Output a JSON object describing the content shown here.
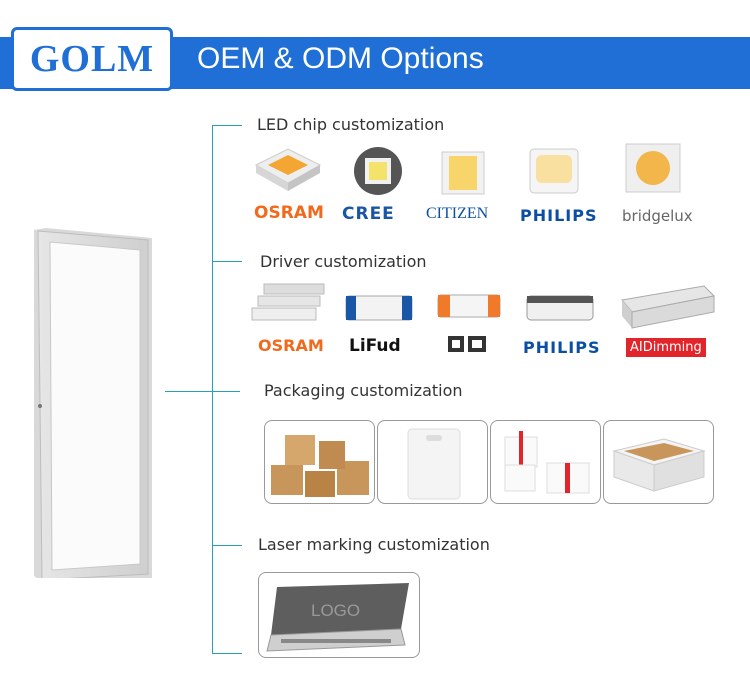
{
  "header": {
    "logo": "GOLM",
    "title": "OEM & ODM Options"
  },
  "sections": {
    "led": {
      "title": "LED chip customization",
      "brands": [
        "OSRAM",
        "CREE",
        "CITIZEN",
        "PHILIPS",
        "bridgelux"
      ]
    },
    "driver": {
      "title": "Driver customization",
      "brands": [
        "OSRAM",
        "LiFud",
        "PHILIPS",
        "AIDimming"
      ]
    },
    "packaging": {
      "title": "Packaging customization"
    },
    "laser": {
      "title": "Laser marking customization",
      "logo_text": "LOGO"
    }
  },
  "colors": {
    "accent": "#1f6fd6",
    "line": "#2a9fb0",
    "osram": "#f06a1e",
    "cree": "#1a56a6",
    "philips": "#0b4ea2",
    "aidimming": "#e2252b"
  }
}
